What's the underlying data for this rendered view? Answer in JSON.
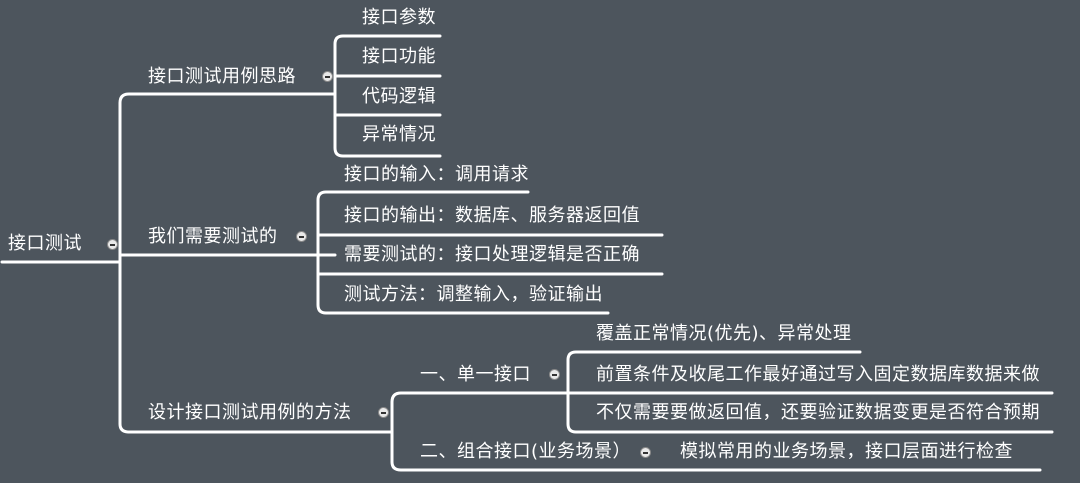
{
  "root": {
    "label": "接口测试"
  },
  "branches": [
    {
      "label": "接口测试用例思路",
      "children": [
        "接口参数",
        "接口功能",
        "代码逻辑",
        "异常情况"
      ]
    },
    {
      "label": "我们需要测试的",
      "children": [
        "接口的输入：调用请求",
        "接口的输出：数据库、服务器返回值",
        "需要测试的：接口处理逻辑是否正确",
        "测试方法：调整输入，验证输出"
      ]
    },
    {
      "label": "设计接口测试用例的方法",
      "subbranches": [
        {
          "label": "一、单一接口",
          "children": [
            "覆盖正常情况(优先)、异常处理",
            "前置条件及收尾工作最好通过写入固定数据库数据来做",
            "不仅需要要做返回值，还要验证数据变更是否符合预期"
          ]
        },
        {
          "label": "二、组合接口(业务场景）",
          "children": [
            "模拟常用的业务场景，接口层面进行检查"
          ]
        }
      ]
    }
  ],
  "colors": {
    "background": "#4d555d",
    "line": "#ffffff",
    "text": "#ffffff"
  }
}
